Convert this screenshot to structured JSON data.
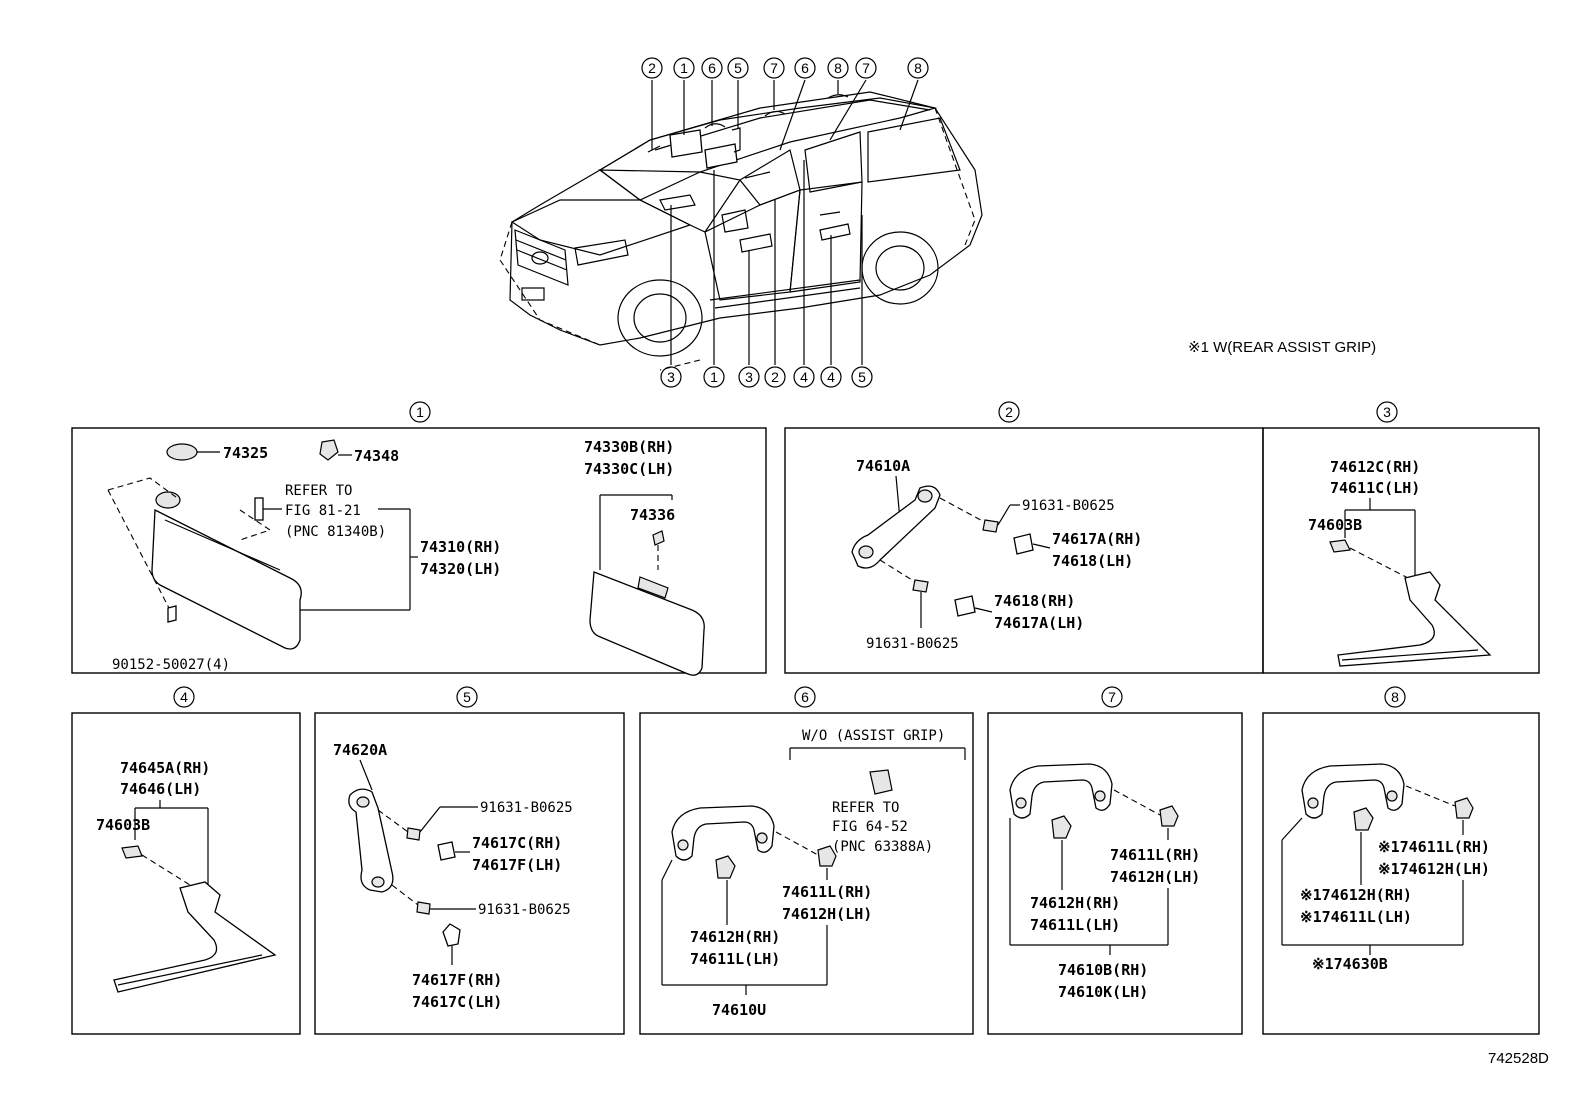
{
  "note_rear_assist_grip": "※1 W(REAR ASSIST GRIP)",
  "figure_code": "742528D",
  "callouts_top": [
    "2",
    "1",
    "6",
    "5",
    "7",
    "6",
    "8",
    "7",
    "8"
  ],
  "callouts_bottom": [
    "3",
    "1",
    "3",
    "2",
    "4",
    "4",
    "5"
  ],
  "panels": {
    "p1": {
      "number": "1",
      "labels": {
        "a": "74325",
        "b": "74348",
        "c": "REFER TO",
        "d": "FIG 81-21",
        "e": "(PNC 81340B)",
        "f": "74310(RH)",
        "g": "74320(LH)",
        "h": "90152-50027(4)",
        "i": "74330B(RH)",
        "j": "74330C(LH)",
        "k": "74336"
      }
    },
    "p2": {
      "number": "2",
      "labels": {
        "a": "74610A",
        "b": "91631-B0625",
        "c": "74617A(RH)",
        "d": "74618(LH)",
        "e": "74618(RH)",
        "f": "74617A(LH)",
        "g": "91631-B0625"
      }
    },
    "p3": {
      "number": "3",
      "labels": {
        "a": "74612C(RH)",
        "b": "74611C(LH)",
        "c": "74603B"
      }
    },
    "p4": {
      "number": "4",
      "labels": {
        "a": "74645A(RH)",
        "b": "74646(LH)",
        "c": "74603B"
      }
    },
    "p5": {
      "number": "5",
      "labels": {
        "a": "74620A",
        "b": "91631-B0625",
        "c": "74617C(RH)",
        "d": "74617F(LH)",
        "e": "91631-B0625",
        "f": "74617F(RH)",
        "g": "74617C(LH)"
      }
    },
    "p6": {
      "number": "6",
      "labels": {
        "a": "W/O (ASSIST GRIP)",
        "b": "REFER TO",
        "c": "FIG 64-52",
        "d": "(PNC 63388A)",
        "e": "74611L(RH)",
        "f": "74612H(LH)",
        "g": "74612H(RH)",
        "h": "74611L(LH)",
        "i": "74610U"
      }
    },
    "p7": {
      "number": "7",
      "labels": {
        "a": "74611L(RH)",
        "b": "74612H(LH)",
        "c": "74612H(RH)",
        "d": "74611L(LH)",
        "e": "74610B(RH)",
        "f": "74610K(LH)"
      }
    },
    "p8": {
      "number": "8",
      "labels": {
        "a": "※174611L(RH)",
        "b": "※174612H(LH)",
        "c": "※174612H(RH)",
        "d": "※174611L(LH)",
        "e": "※174630B"
      }
    }
  }
}
